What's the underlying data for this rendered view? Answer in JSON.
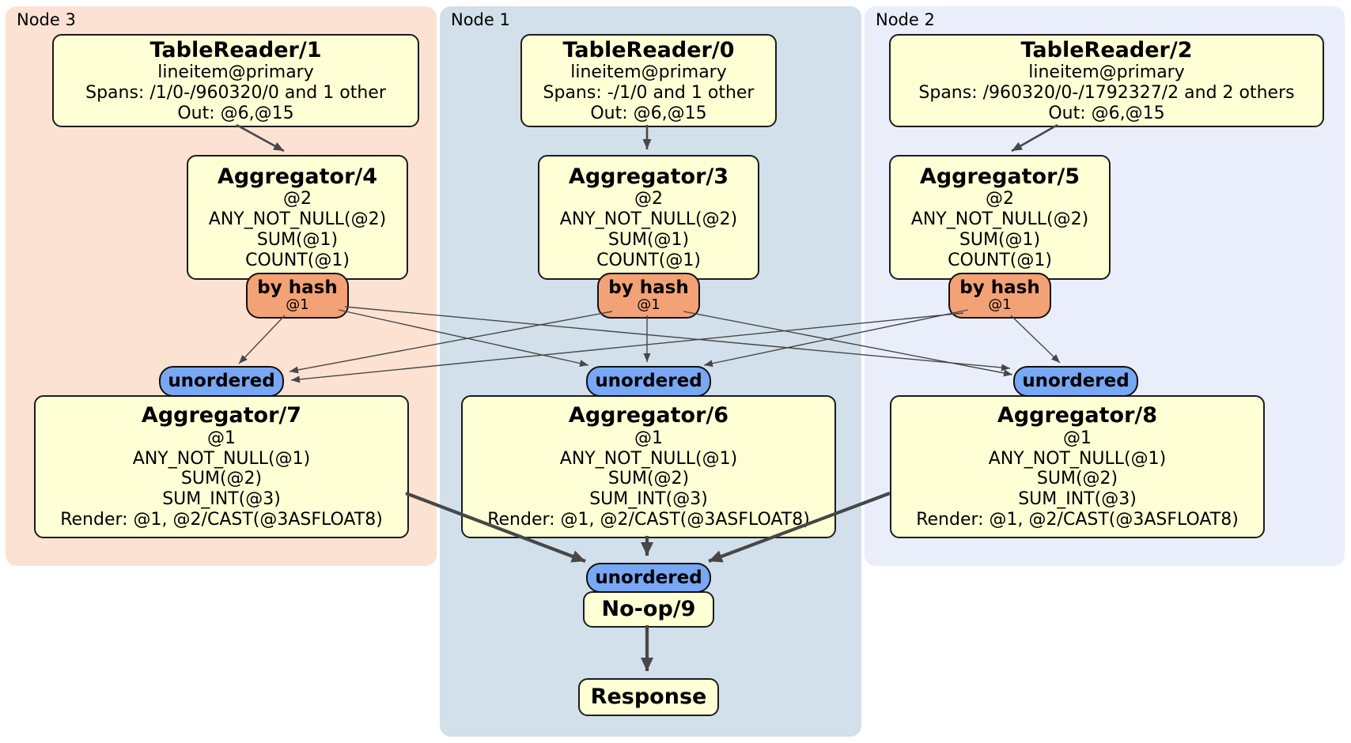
{
  "diagram_type": "distributed-sql-plan",
  "regions": {
    "node3": {
      "label": "Node 3"
    },
    "node1": {
      "label": "Node 1"
    },
    "node2": {
      "label": "Node 2"
    }
  },
  "processors": {
    "tablereader1": {
      "title": "TableReader/1",
      "lines": [
        "lineitem@primary",
        "Spans: /1/0-/960320/0 and 1 other",
        "Out: @6,@15"
      ]
    },
    "tablereader0": {
      "title": "TableReader/0",
      "lines": [
        "lineitem@primary",
        "Spans: -/1/0 and 1 other",
        "Out: @6,@15"
      ]
    },
    "tablereader2": {
      "title": "TableReader/2",
      "lines": [
        "lineitem@primary",
        "Spans: /960320/0-/1792327/2 and 2 others",
        "Out: @6,@15"
      ]
    },
    "aggregator4": {
      "title": "Aggregator/4",
      "lines": [
        "@2",
        "ANY_NOT_NULL(@2)",
        "SUM(@1)",
        "COUNT(@1)"
      ]
    },
    "aggregator3": {
      "title": "Aggregator/3",
      "lines": [
        "@2",
        "ANY_NOT_NULL(@2)",
        "SUM(@1)",
        "COUNT(@1)"
      ]
    },
    "aggregator5": {
      "title": "Aggregator/5",
      "lines": [
        "@2",
        "ANY_NOT_NULL(@2)",
        "SUM(@1)",
        "COUNT(@1)"
      ]
    },
    "aggregator7": {
      "title": "Aggregator/7",
      "lines": [
        "@1",
        "ANY_NOT_NULL(@1)",
        "SUM(@2)",
        "SUM_INT(@3)",
        "Render: @1, @2/CAST(@3ASFLOAT8)"
      ]
    },
    "aggregator6": {
      "title": "Aggregator/6",
      "lines": [
        "@1",
        "ANY_NOT_NULL(@1)",
        "SUM(@2)",
        "SUM_INT(@3)",
        "Render: @1, @2/CAST(@3ASFLOAT8)"
      ]
    },
    "aggregator8": {
      "title": "Aggregator/8",
      "lines": [
        "@1",
        "ANY_NOT_NULL(@1)",
        "SUM(@2)",
        "SUM_INT(@3)",
        "Render: @1, @2/CAST(@3ASFLOAT8)"
      ]
    },
    "noop9": {
      "title": "No-op/9"
    },
    "response": {
      "title": "Response"
    }
  },
  "routers": {
    "router4": {
      "label": "by hash",
      "key": "@1"
    },
    "router3": {
      "label": "by hash",
      "key": "@1"
    },
    "router5": {
      "label": "by hash",
      "key": "@1"
    }
  },
  "syncs": {
    "sync_node3": {
      "label": "unordered"
    },
    "sync_node1": {
      "label": "unordered"
    },
    "sync_node2": {
      "label": "unordered"
    },
    "sync_final": {
      "label": "unordered"
    }
  },
  "colors": {
    "node3_bg": "#fbe2d3",
    "node1_bg": "#d1e0ea",
    "node2_bg": "#e9eefa",
    "processor_bg": "#ffffd6",
    "router_bg": "#f3a276",
    "sync_bg": "#78a7f4",
    "edge": "#474747"
  }
}
